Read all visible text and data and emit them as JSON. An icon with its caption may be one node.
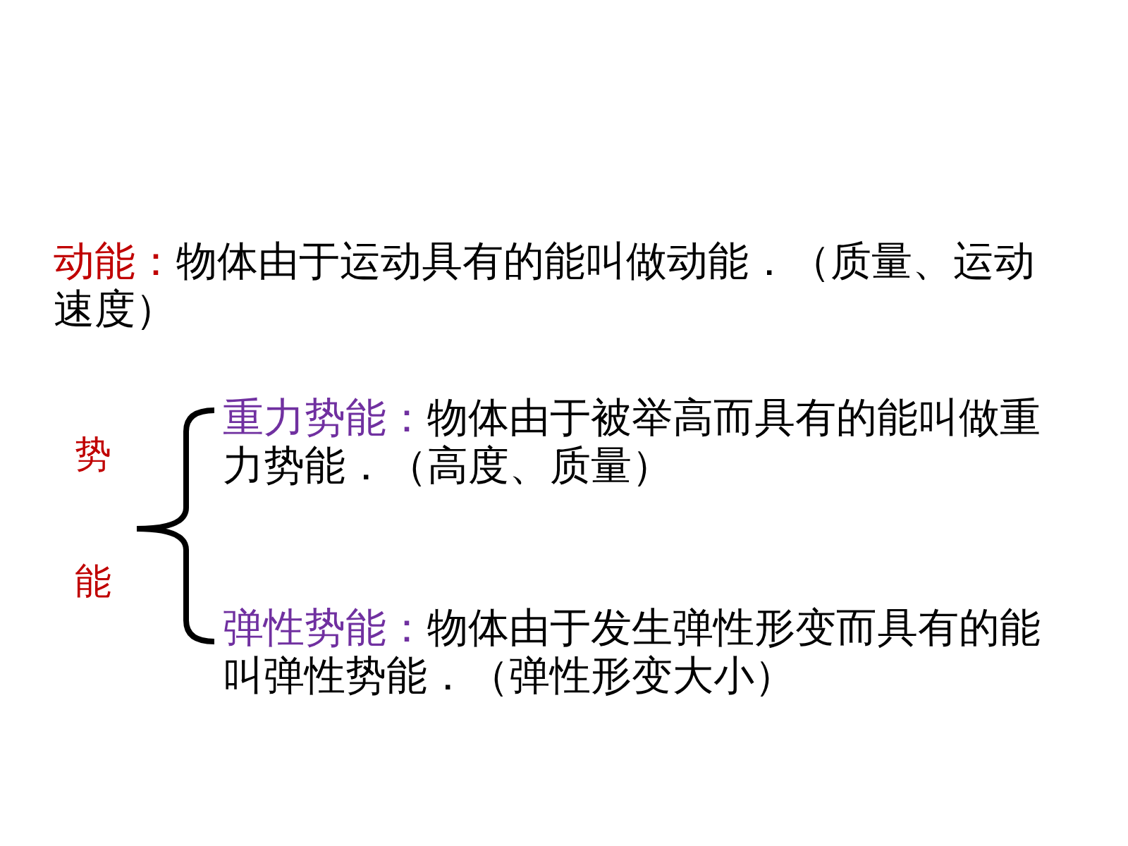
{
  "diagram": {
    "labels": [
      "动能：",
      "物体由于运动具有的能叫做动能．（质量、运动速度）",
      "势能",
      "重力势能：",
      "物体由于被举高而具有的能叫做重力势能．（高度、质量）",
      "弹性势能：",
      "物体由于发生弹性形变而具有的能叫弹性势能．（弹性形变大小）"
    ]
  }
}
